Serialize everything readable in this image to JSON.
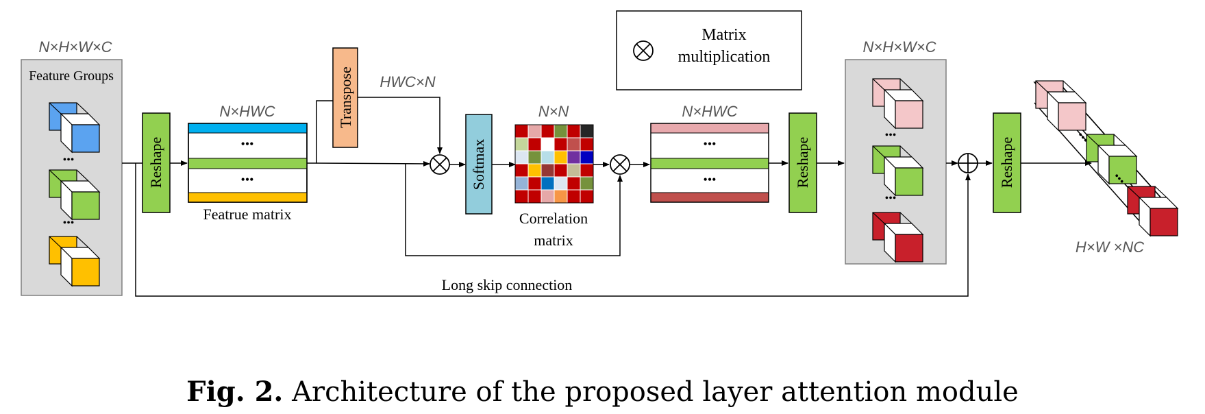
{
  "dims": {
    "input": "N×H×W×C",
    "feature_matrix": "N×HWC",
    "transpose_out": "HWC×N",
    "correlation": "N×N",
    "attended_matrix": "N×HWC",
    "reshaped_groups": "N×H×W×C",
    "output": "H×W ×NC"
  },
  "labels": {
    "feature_groups": "Feature Groups",
    "reshape": "Reshape",
    "transpose": "Transpose",
    "softmax": "Softmax",
    "feature_matrix": "Featrue matrix",
    "correlation_line1": "Correlation",
    "correlation_line2": "matrix",
    "long_skip": "Long skip connection",
    "dots": "•••"
  },
  "legend": {
    "symbol": "⊗",
    "line1": "Matrix",
    "line2": "multiplication"
  },
  "caption": {
    "prefix": "Fig. 2.",
    "text": "Architecture of the proposed layer attention module"
  },
  "colors": {
    "blue": "#5ba3f0",
    "green": "#92d050",
    "yellow": "#ffc000",
    "pink": "#f4c7c9",
    "red": "#c8202b",
    "reshape": "#92d050",
    "transpose": "#f7b98b",
    "softmax": "#92cddc",
    "panel": "#d9d9d9",
    "pink_bar": "#e8a9ad",
    "red_bar": "#c0504d"
  },
  "correlation_cells": [
    [
      "#c00000",
      "#e6a8a8",
      "#c00000",
      "#76923c",
      "#c00000",
      "#262626"
    ],
    [
      "#c4d79b",
      "#c00000",
      "#ffffff",
      "#c00000",
      "#c0504d",
      "#c00000"
    ],
    [
      "#dce6f1",
      "#76923c",
      "#b7dee8",
      "#ffc000",
      "#7030a0",
      "#0000c0"
    ],
    [
      "#c00000",
      "#ffc000",
      "#953735",
      "#c00000",
      "#c4bd97",
      "#c00000"
    ],
    [
      "#95b3d7",
      "#c00000",
      "#0070c0",
      "#dce6f1",
      "#c00000",
      "#76923c"
    ],
    [
      "#c00000",
      "#c00000",
      "#e6a8a8",
      "#f79646",
      "#c00000",
      "#c00000"
    ]
  ]
}
